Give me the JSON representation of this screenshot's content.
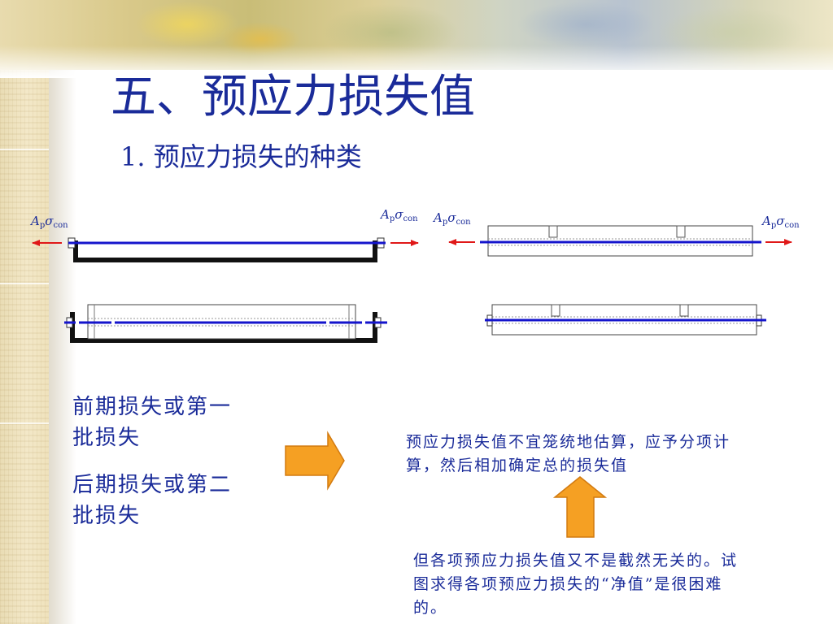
{
  "slide": {
    "title": "五、预应力损失值",
    "subtitle": "1. 预应力损失的种类"
  },
  "force_label": {
    "symbol": "A",
    "subscript_p": "p",
    "sigma": "σ",
    "subscript_con": "con"
  },
  "stages": {
    "early": "前期损失或第一批损失",
    "late": "后期损失或第二批损失"
  },
  "notes": {
    "calculation": "预应力损失值不宜笼统地估算，应予分项计算，然后相加确定总的损失值",
    "difficulty": "但各项预应力损失值又不是截然无关的。试图求得各项预应力损失的“净值”是很困难的。"
  },
  "colors": {
    "title_text": "#1a2b99",
    "tendon": "#1414cc",
    "force_arrow": "#e01818",
    "block_arrow": "#f5a023",
    "block_arrow_border": "#d27a10",
    "pedestal": "#111111"
  }
}
